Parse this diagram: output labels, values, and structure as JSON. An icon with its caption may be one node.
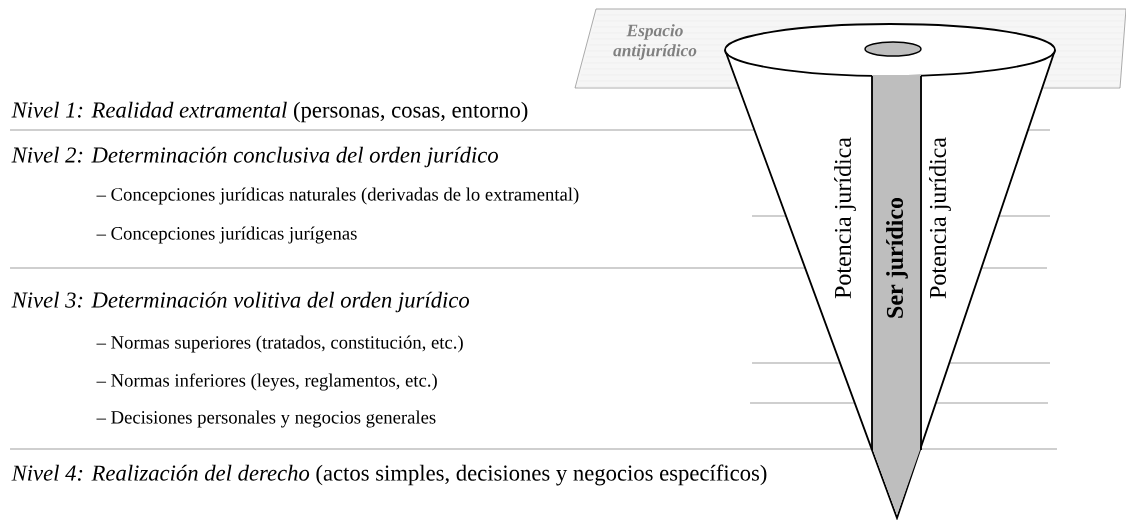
{
  "diagram": {
    "nodes": [
      {
        "text": [
          "Espacio antijurídico"
        ]
      },
      {
        "text": [
          "Potencia jurídica",
          "Potencia jurídica"
        ]
      },
      {
        "text": [
          "Ser jurídico"
        ],
        "in": 1
      }
    ],
    "labels": [
      "*Nivel 1: Realidad extramental* (personas, cosas, entorno)",
      "Nivel 2: Determinación conclusiva del orden jurídico",
      "– Concepciones jurídicas naturales (derivadas de lo extramental)",
      "– Concepciones jurídicas jurígenas",
      "Nivel 3: Determinación volitiva del orden jurídico",
      "– Normas superiores (tratados, constitución, etc.)",
      "– Normas inferiores (leyes, reglamentos, etc.)",
      "– Decisiones personales y negocios generales",
      "*Nivel 4: Realización del derecho* (actos simples, decisiones y negocios específicos)"
    ]
  }
}
